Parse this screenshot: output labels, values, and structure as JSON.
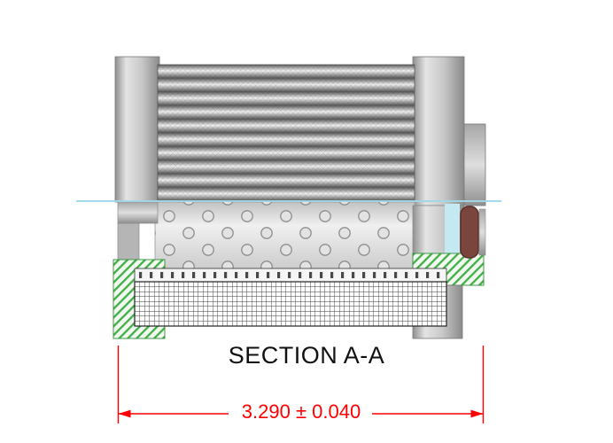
{
  "drawing": {
    "section_label": "SECTION A-A",
    "dimension_label": "3.290 ± 0.040",
    "colors": {
      "dimension_red": "#ff0000",
      "hatch_green": "#3faf46",
      "centerline_blue": "#9fd9e8",
      "seal_maroon": "#7a453c",
      "metal_gray": "#b8b8b8",
      "mesh_line": "#3a3a3a",
      "background": "#ffffff"
    },
    "parts": {
      "pleated_media": "pleated filter media (top half)",
      "perforated_core": "perforated center tube",
      "mesh_band": "wire mesh media (section)",
      "end_caps": "metal end caps",
      "seal": "o-ring seal",
      "hatched_sections": "green cross-section hatching"
    }
  }
}
